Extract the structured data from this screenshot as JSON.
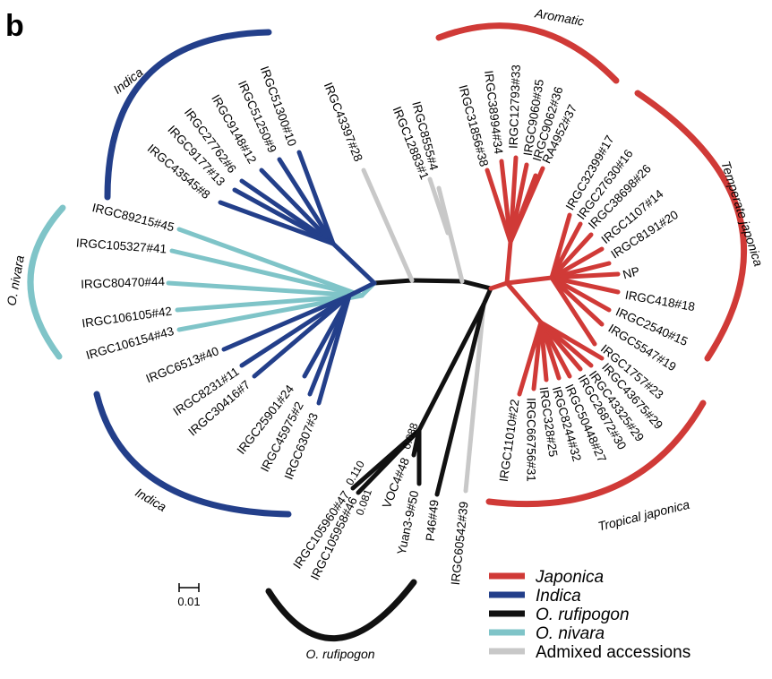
{
  "panel_label": "b",
  "colors": {
    "japonica": "#d03a37",
    "indica": "#233f8a",
    "rufipogon": "#111111",
    "nivara": "#7fc4c8",
    "admixed": "#c8c8c8"
  },
  "clade_labels": {
    "aromatic": "Aromatic",
    "temperate_japonica": "Temperate japonica",
    "tropical_japonica": "Tropical japonica",
    "indica_top": "Indica",
    "indica_bottom": "Indica",
    "o_nivara": "O. nivara",
    "o_rufipogon": "O. rufipogon"
  },
  "legend": [
    {
      "label": "Japonica",
      "color": "#d03a37",
      "italic": true
    },
    {
      "label": "Indica",
      "color": "#233f8a",
      "italic": true
    },
    {
      "label": "O. rufipogon",
      "color": "#111111",
      "italic": true
    },
    {
      "label": "O. nivara",
      "color": "#7fc4c8",
      "italic": true
    },
    {
      "label": "Admixed accessions",
      "color": "#c8c8c8",
      "italic": false
    }
  ],
  "scale_bar": {
    "label": "0.01"
  },
  "bootstrap": [
    "0.110",
    "0.088",
    "0.081"
  ],
  "leaves": {
    "indica_upper": [
      "IRGC51300#10",
      "IRGC51250#9",
      "IRGC9148#12",
      "IRGC27762#6",
      "IRGC9177#13",
      "IRGC43545#8"
    ],
    "nivara": [
      "IRGC89215#45",
      "IRGC105327#41",
      "IRGC80470#44",
      "IRGC106105#42",
      "IRGC106154#43"
    ],
    "indica_lower": [
      "IRGC6513#40",
      "IRGC8231#11",
      "IRGC30416#7",
      "IRGC25901#24",
      "IRGC45975#2",
      "IRGC6307#3"
    ],
    "admixed": [
      "IRGC43397#28",
      "IRGC12883#1",
      "IRGC8555#4",
      "IRGC60542#39"
    ],
    "aromatic": [
      "IRGC31856#38",
      "IRGC38994#34",
      "IRGC12793#33",
      "IRGC9060#35",
      "IRGC9062#36",
      "RA4952#37"
    ],
    "temperate": [
      "IRGC32399#17",
      "IRGC27630#16",
      "IRGC38698#26",
      "IRGC1107#14",
      "IRGC8191#20",
      "NP",
      "IRGC418#18",
      "IRGC2540#15",
      "IRGC5547#19",
      "IRGC1757#23"
    ],
    "tropical": [
      "IRGC11010#22",
      "IRGC66756#31",
      "IRGC328#25",
      "IRGC8244#32",
      "IRGC50448#27",
      "IRGC26872#30",
      "IRGC43325#29",
      "IRGC43675#29"
    ],
    "rufipogon": [
      "IRGC105960#47",
      "IRGC105958#46",
      "VOC4#48",
      "Yuan3-9#50",
      "P46#49"
    ]
  }
}
